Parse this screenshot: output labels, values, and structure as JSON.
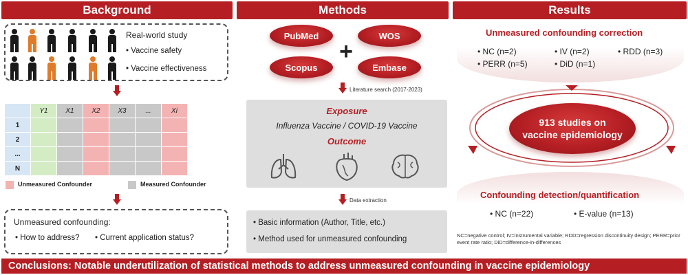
{
  "headers": {
    "background": "Background",
    "methods": "Methods",
    "results": "Results"
  },
  "background": {
    "study_title": "Real-world study",
    "bullets": [
      "Vaccine safety",
      "Vaccine effectiveness"
    ],
    "table": {
      "columns": [
        "",
        "Y1",
        "X1",
        "X2",
        "X3",
        "...",
        "Xi"
      ],
      "rows": [
        "1",
        "2",
        "...",
        "N"
      ]
    },
    "legend": {
      "unmeasured": "Unmeasured Confounder",
      "measured": "Measured Confounder"
    },
    "question_title": "Unmeasured confounding:",
    "questions": [
      "How to address?",
      "Current application status?"
    ]
  },
  "methods": {
    "databases": [
      "PubMed",
      "WOS",
      "Scopus",
      "Embase"
    ],
    "plus": "+",
    "search_note": "Literature search (2017-2023)",
    "exposure_label": "Exposure",
    "exposure_value": "Influenza Vaccine / COVID-19 Vaccine",
    "outcome_label": "Outcome",
    "extraction_note": "Data extraction",
    "extracted": [
      "Basic information (Author, Title, etc.)",
      "Method used for unmeasured confounding"
    ]
  },
  "results": {
    "correction_title": "Unmeasured confounding correction",
    "correction_items": [
      "NC (n=2)",
      "IV (n=2)",
      "RDD (n=3)",
      "PERR (n=5)",
      "DiD (n=1)"
    ],
    "center_line1": "913 studies on",
    "center_line2": "vaccine epidemiology",
    "detection_title": "Confounding detection/quantification",
    "detection_items": [
      "NC (n=22)",
      "E-value (n=13)"
    ],
    "footnote": "NC=negative control; IV=instrumental variable; RDD=regression discontinuity design; PERR=prior event rate ratio; DiD=difference-in-differences"
  },
  "conclusion": "Conclusions: Notable underutilization of statistical methods to address unmeasured confounding in vaccine epidemiology",
  "colors": {
    "accent": "#b51f24",
    "orange": "#e07b2a",
    "green": "#d4ecc4",
    "pink": "#f4b3b3",
    "gray": "#c8c8c8",
    "blue": "#d7e6f5"
  }
}
